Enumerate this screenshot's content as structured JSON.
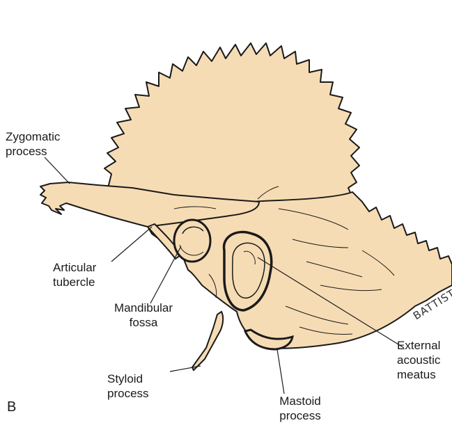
{
  "figure": {
    "panel_letter": "B",
    "signature": "BATTISTA",
    "colors": {
      "bone_fill": "#f6dcb4",
      "outline": "#1a1a1a",
      "background": "#ffffff"
    },
    "labels": {
      "zygomatic": "Zygomatic\nprocess",
      "articular": "Articular\ntubercle",
      "mandibular": "Mandibular\nfossa",
      "styloid": "Styloid\nprocess",
      "mastoid": "Mastoid\nprocess",
      "external": "External\nacoustic\nmeatus"
    }
  }
}
